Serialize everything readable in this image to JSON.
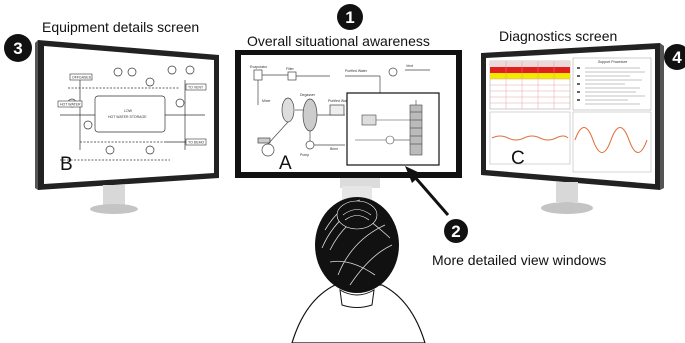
{
  "labels": {
    "equipment": "Equipment details screen",
    "overall": "Overall situational awareness",
    "diagnostics": "Diagnostics screen",
    "detailed": "More detailed view windows"
  },
  "badges": {
    "b1": "1",
    "b2": "2",
    "b3": "3",
    "b4": "4"
  },
  "screen_letters": {
    "a": "A",
    "b": "B",
    "c": "C"
  },
  "screen_b": {
    "tags": [
      "OFFGASES",
      "TO VENT",
      "HOT WATER",
      "TO DEMO"
    ],
    "tank_line1": "LOW",
    "tank_line2": "HOT WATER STORAGE"
  },
  "screen_a": {
    "labels": [
      "Evaporator",
      "Filter",
      "Purified Water",
      "Vent",
      "Mixer",
      "Degasser",
      "Pump",
      "Purified Water",
      "Brine"
    ]
  },
  "screen_c": {
    "panel_title": "Support Procedure"
  },
  "colors": {
    "highlight_red": "#e02020",
    "highlight_yellow": "#f5e800",
    "wave_orange": "#e0703a"
  }
}
